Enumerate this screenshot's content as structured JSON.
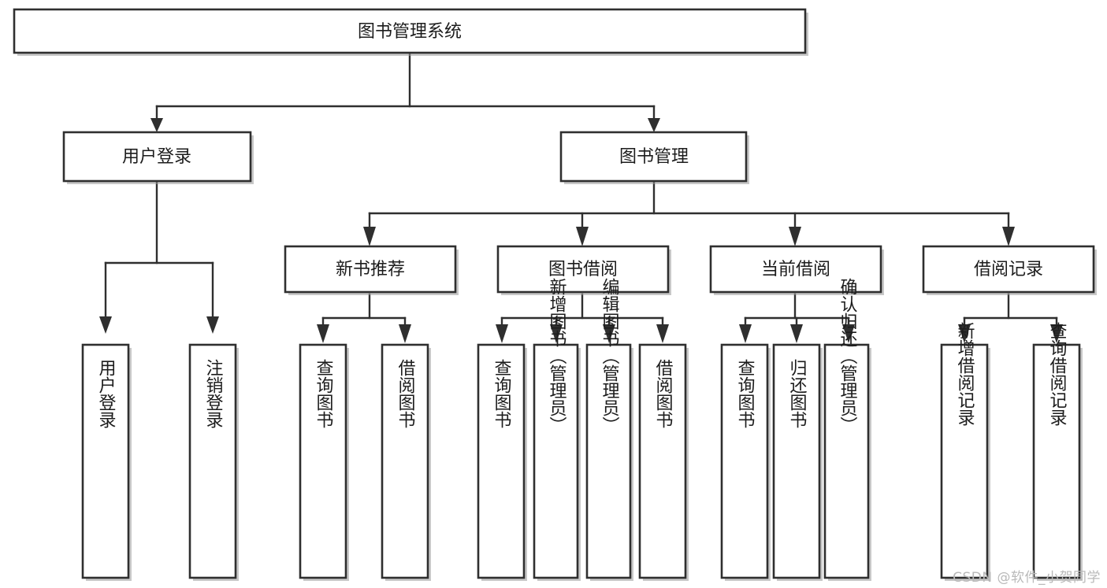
{
  "diagram": {
    "title": "图书管理系统",
    "type": "hierarchy-tree",
    "watermark": "CSDN @软件_小贺同学",
    "colors": {
      "box_fill": "#ffffff",
      "box_stroke": "#2f2f2f",
      "connector": "#2f2f2f",
      "text": "#1c1c1c",
      "watermark": "#b9b9b9",
      "background": "#ffffff"
    },
    "root": {
      "label": "图书管理系统",
      "orientation": "horizontal"
    },
    "level2": [
      {
        "label": "用户登录",
        "orientation": "horizontal"
      },
      {
        "label": "图书管理",
        "orientation": "horizontal"
      }
    ],
    "level3": [
      {
        "label": "新书推荐",
        "orientation": "horizontal"
      },
      {
        "label": "图书借阅",
        "orientation": "horizontal"
      },
      {
        "label": "当前借阅",
        "orientation": "horizontal"
      },
      {
        "label": "借阅记录",
        "orientation": "horizontal"
      }
    ],
    "leaves": {
      "user_login": [
        {
          "label": "用户登录",
          "orientation": "vertical"
        },
        {
          "label": "注销登录",
          "orientation": "vertical"
        }
      ],
      "new_book_recommend": [
        {
          "label": "查询图书",
          "orientation": "vertical"
        },
        {
          "label": "借阅图书",
          "orientation": "vertical"
        }
      ],
      "book_borrow": [
        {
          "label": "查询图书",
          "orientation": "vertical"
        },
        {
          "label": "新增图书（管理员）",
          "orientation": "vertical"
        },
        {
          "label": "编辑图书（管理员）",
          "orientation": "vertical"
        },
        {
          "label": "借阅图书",
          "orientation": "vertical"
        }
      ],
      "current_borrow": [
        {
          "label": "查询图书",
          "orientation": "vertical"
        },
        {
          "label": "归还图书",
          "orientation": "vertical"
        },
        {
          "label": "确认归还（管理员）",
          "orientation": "vertical"
        }
      ],
      "borrow_record": [
        {
          "label": "新增借阅记录",
          "orientation": "vertical"
        },
        {
          "label": "查询借阅记录",
          "orientation": "vertical"
        }
      ]
    }
  }
}
